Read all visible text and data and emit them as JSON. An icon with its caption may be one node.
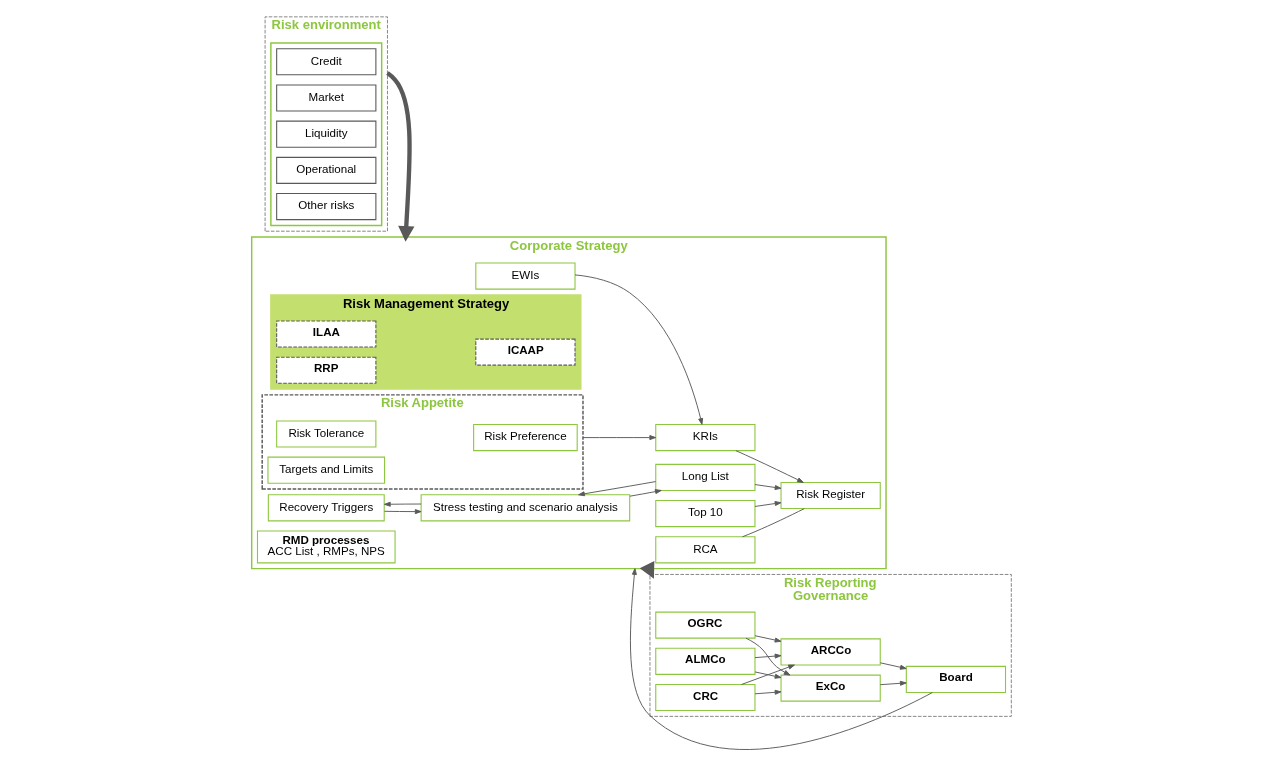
{
  "diagram": {
    "nodes": [
      {
        "text": [
          "Risk environment"
        ]
      },
      {
        "text": [],
        "shape": "box",
        "in": 0
      },
      {
        "text": [
          "Credit"
        ],
        "in": 1
      },
      {
        "text": [
          "Market"
        ],
        "in": 1
      },
      {
        "text": [
          "Liquidity"
        ],
        "in": 1
      },
      {
        "text": [
          "Operational"
        ],
        "in": 1
      },
      {
        "text": [
          "Other risks"
        ],
        "in": 1
      },
      {
        "text": [
          "Corporate Strategy"
        ]
      },
      {
        "text": [
          "Risk Management Strategy"
        ],
        "in": 7
      },
      {
        "text": [
          "ICAAP"
        ],
        "in": 8
      },
      {
        "text": [
          "ILAA"
        ],
        "in": 8
      },
      {
        "text": [
          "RRP"
        ],
        "in": 8
      },
      {
        "text": [
          "Risk Appetite"
        ],
        "in": 7
      },
      {
        "text": [
          "Risk Preference"
        ],
        "in": 12
      },
      {
        "text": [
          "Risk Tolerance"
        ],
        "in": 12
      },
      {
        "text": [
          "Targets and Limits"
        ],
        "in": 12
      },
      {
        "text": [
          "EWIs"
        ],
        "in": 7
      },
      {
        "text": [
          "KRIs"
        ],
        "in": 7
      },
      {
        "text": [
          "Recovery Triggers"
        ],
        "in": 7
      },
      {
        "text": [
          "Stress testing and scenario analysis"
        ],
        "in": 7
      },
      {
        "text": [
          "Top 10"
        ],
        "in": 7
      },
      {
        "text": [
          "Risk Register"
        ],
        "in": 7
      },
      {
        "text": [
          "Long List"
        ],
        "in": 7
      },
      {
        "text": [
          "RCA"
        ],
        "in": 7
      },
      {
        "text": [
          "RMD processes",
          "ACC List , RMPs, NPS"
        ],
        "in": 7
      },
      {
        "text": [
          "Risk Reporting",
          "Governance"
        ]
      },
      {
        "text": [
          "OGRC"
        ],
        "in": 25
      },
      {
        "text": [
          "ALMCo"
        ],
        "in": 25
      },
      {
        "text": [
          "CRC"
        ],
        "in": 25
      },
      {
        "text": [
          "ExCo"
        ],
        "in": 25
      },
      {
        "text": [
          "ARCCo"
        ],
        "in": 25
      },
      {
        "text": [
          "Board"
        ],
        "in": 25
      }
    ],
    "edges": [
      {
        "from": 0,
        "to": 7,
        "arrow": "to",
        "style": "thick"
      },
      {
        "from": 12,
        "to": 17,
        "arrow": "to"
      },
      {
        "from": 16,
        "to": 17,
        "arrow": "to"
      },
      {
        "from": 17,
        "to": 21,
        "arrow": "to"
      },
      {
        "from": 20,
        "to": 21,
        "arrow": "to"
      },
      {
        "from": 22,
        "to": 21,
        "arrow": "to"
      },
      {
        "from": 23,
        "to": 21,
        "arrow": "none"
      },
      {
        "from": 19,
        "to": 18,
        "arrow": "to"
      },
      {
        "from": 18,
        "to": 19,
        "arrow": "to"
      },
      {
        "from": 22,
        "to": 19,
        "arrow": "to"
      },
      {
        "from": 19,
        "to": 22,
        "arrow": "to"
      },
      {
        "from": 7,
        "to": 25,
        "arrow": "to",
        "style": "thick"
      },
      {
        "from": 26,
        "to": 29,
        "arrow": "to"
      },
      {
        "from": 27,
        "to": 29,
        "arrow": "to"
      },
      {
        "from": 28,
        "to": 29,
        "arrow": "to"
      },
      {
        "from": 26,
        "to": 30,
        "arrow": "to"
      },
      {
        "from": 27,
        "to": 30,
        "arrow": "to"
      },
      {
        "from": 28,
        "to": 30,
        "arrow": "to"
      },
      {
        "from": 29,
        "to": 31,
        "arrow": "to"
      },
      {
        "from": 30,
        "to": 31,
        "arrow": "to"
      },
      {
        "from": 31,
        "to": 7,
        "arrow": "to"
      }
    ]
  }
}
